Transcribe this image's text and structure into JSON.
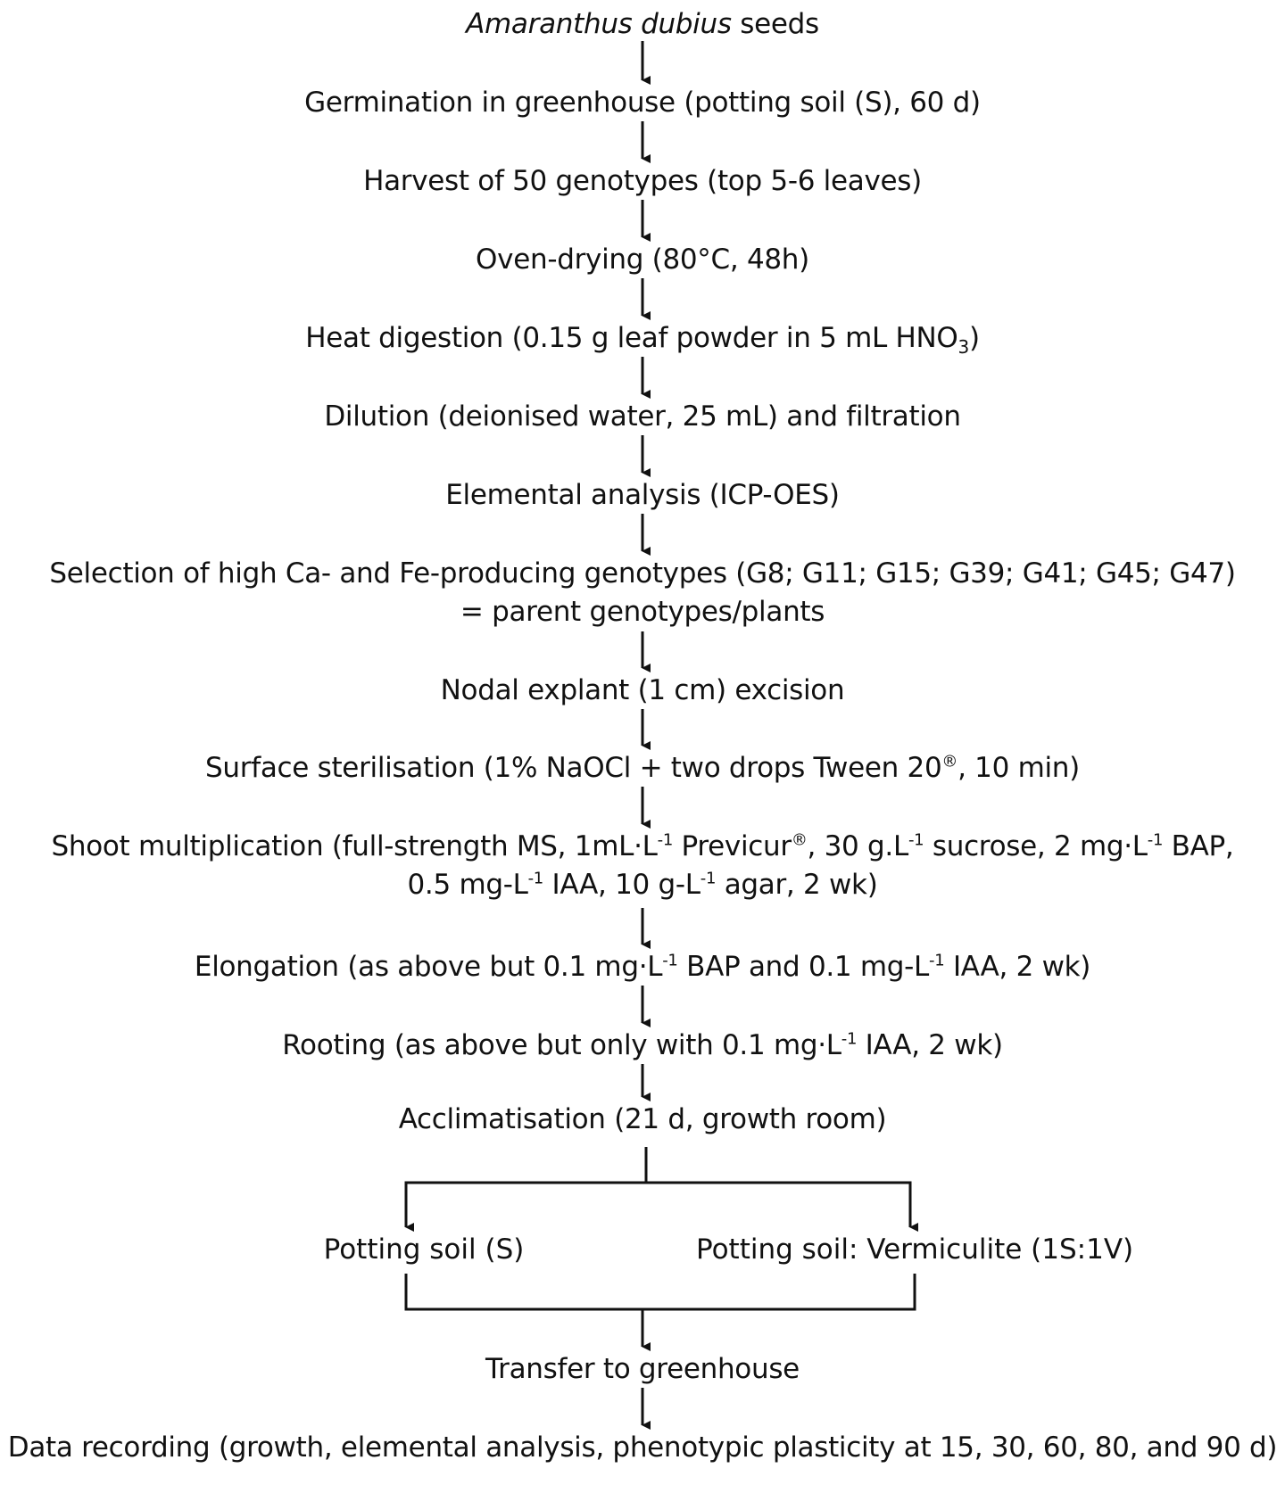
{
  "steps": {
    "seeds_species": "Amaranthus dubius",
    "seeds_suffix": " seeds",
    "germination": "Germination in greenhouse (potting soil (S), 60 d)",
    "harvest": "Harvest of 50 genotypes (top 5-6 leaves)",
    "oven_drying": "Oven-drying (80°C, 48h)",
    "digestion_text": "Heat digestion (0.15 g leaf powder in 5 mL HNO",
    "digestion_sub": "3",
    "digestion_close": ")",
    "dilution": "Dilution (deionised water, 25 mL) and filtration",
    "elemental": "Elemental analysis (ICP-OES)",
    "selection_line1": "Selection of high Ca- and Fe-producing genotypes (G8; G11; G15; G39; G41; G45; G47)",
    "selection_line2": "= parent genotypes/plants",
    "nodal": "Nodal explant (1 cm) excision",
    "steril_a": "Surface sterilisation (1% NaOCl + two drops Tween 20",
    "steril_reg": "®",
    "steril_b": ", 10 min)",
    "shoot_a": "Shoot multiplication (full-strength MS, 1mL·L",
    "shoot_sup1": "-1",
    "shoot_b": " Previcur",
    "shoot_reg": "®",
    "shoot_c": ", 30 g.L",
    "shoot_sup2": "-1",
    "shoot_d": " sucrose, 2 mg·L",
    "shoot_sup3": "-1",
    "shoot_e": " BAP,",
    "shoot2_a": "0.5 mg-L",
    "shoot2_sup1": "-1",
    "shoot2_b": " IAA, 10 g-L",
    "shoot2_sup2": "-1",
    "shoot2_c": " agar, 2 wk)",
    "elong_a": "Elongation (as above but 0.1 mg·L",
    "elong_sup1": "-1",
    "elong_b": " BAP and 0.1 mg-L",
    "elong_sup2": "-1",
    "elong_c": " IAA, 2 wk)",
    "root_a": "Rooting (as above but only with 0.1 mg·L",
    "root_sup": "-1",
    "root_b": " IAA, 2 wk)",
    "acclim": "Acclimatisation (21 d, growth room)",
    "branch_left": "Potting soil (S)",
    "branch_right": "Potting soil: Vermiculite (1S:1V)",
    "transfer": "Transfer to greenhouse",
    "data_recording": "Data recording (growth, elemental analysis, phenotypic plasticity at 15, 30, 60, 80, and 90 d)"
  },
  "colors": {
    "text": "#111111",
    "arrow": "#111111",
    "background": "#ffffff"
  }
}
